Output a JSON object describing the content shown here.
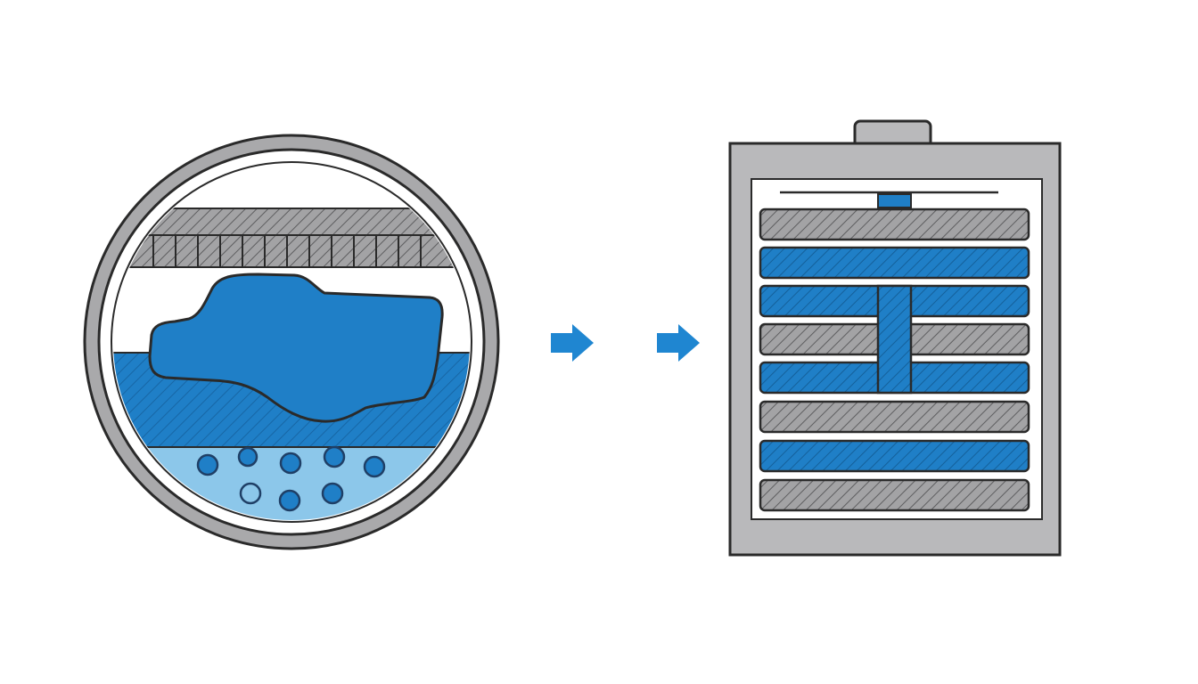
{
  "colors": {
    "background": "#ffffff",
    "outline": "#2a2a2a",
    "ring_gray": "#a9a9ab",
    "hatch_gray": "#a3a3a5",
    "blue": "#1f7fc7",
    "light_blue": "#8cc7ea",
    "arrow_blue": "#1f86d1",
    "case_gray": "#b9b9bb"
  },
  "icons": {
    "left": "magnified-layer-cross-section-icon",
    "arrows": [
      "arrow-right-icon",
      "arrow-right-icon"
    ],
    "right": "layered-battery-stack-icon"
  },
  "layer_stack": {
    "order_top_to_bottom": [
      "gray",
      "blue",
      "blue",
      "gray",
      "blue",
      "gray",
      "blue",
      "gray"
    ]
  }
}
